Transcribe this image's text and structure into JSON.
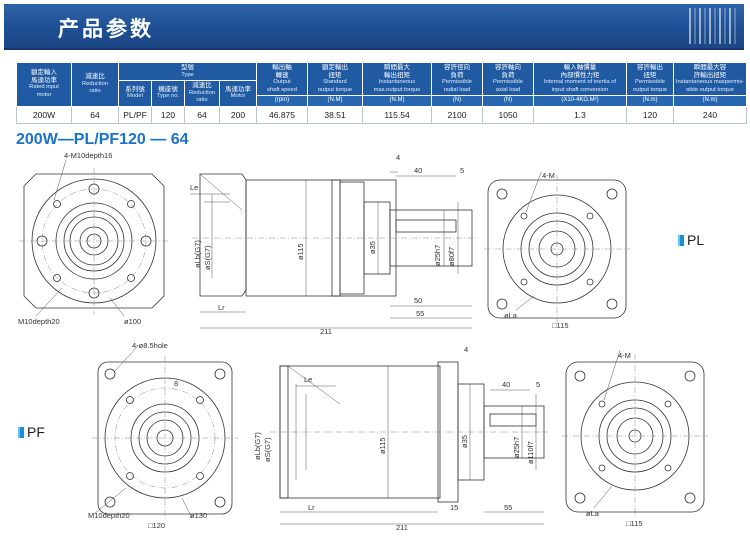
{
  "banner": {
    "title": "产品参数"
  },
  "spec_table": {
    "header_top": [
      {
        "zh": "額定輸入\n馬達功率",
        "en": "Rated input\nmotor"
      },
      {
        "zh": "減速比",
        "en": "Reduction\nratio"
      },
      {
        "zh": "型號",
        "en": "Type"
      },
      {
        "zh": "輸出軸\n轉速",
        "en": "Output\nshaft speed"
      },
      {
        "zh": "額定輸出\n扭矩",
        "en": "Standard\noutput torque"
      },
      {
        "zh": "瞬間最大\n輸出扭矩",
        "en": "Instantaneous\nmax.output torque"
      },
      {
        "zh": "容許徑向\n負荷",
        "en": "Permissible\nradial load"
      },
      {
        "zh": "容許軸向\n負荷",
        "en": "Permissible\naxial load"
      },
      {
        "zh": "輸入軸慣量\n內部慣性力矩",
        "en": "Internal moment of inertia of\ninput shaft conversion"
      },
      {
        "zh": "容許輸出\n扭矩",
        "en": "Permissible\noutput torque"
      },
      {
        "zh": "瞬間最大容\n許輸出扭矩",
        "en": "Instantaneous maxpermis-\nsible output torque"
      }
    ],
    "type_sub": [
      {
        "zh": "系列號",
        "en": "Model"
      },
      {
        "zh": "機座號",
        "en": "Type no."
      },
      {
        "zh": "減速比",
        "en": "Reduction\nratio"
      },
      {
        "zh": "馬達功率",
        "en": "Motor"
      }
    ],
    "units": [
      "(rpm)",
      "(N.M)",
      "(N.M)",
      "(N)",
      "(N)",
      "(X10-4KG.M²)",
      "(N.m)",
      "(N.m)"
    ],
    "row": [
      "200W",
      "64",
      "PL/PF",
      "120",
      "64",
      "200",
      "46.875",
      "38.51",
      "115.54",
      "2100",
      "1050",
      "1.3",
      "120",
      "240"
    ]
  },
  "model_title": "200W—PL/PF120 — 64",
  "pl": {
    "tag": "PL",
    "front_labels": {
      "holes": "4-M10depth16",
      "depth": "M10depth20",
      "bore": "ø100"
    },
    "side_labels": {
      "le": "Le",
      "lb": "øLb(G7)",
      "s": "øS(G7)",
      "body": "ø115",
      "pilot": "ø35",
      "shaft": "ø25h7",
      "flange": "ø80f7",
      "d4": "4",
      "d40": "40",
      "d5": "5",
      "lr": "Lr",
      "d50": "50",
      "d55": "55",
      "d211": "211"
    },
    "end_labels": {
      "holes": "4-M",
      "la": "øLa",
      "sq": "□115"
    }
  },
  "pf": {
    "tag": "PF",
    "front_labels": {
      "holes": "4-ø8.5hole",
      "key": "8",
      "depth": "M10depth20",
      "sq": "□120",
      "bore": "ø130"
    },
    "side_labels": {
      "lb": "øLb(G7)",
      "s": "øS(G7)",
      "le": "Le",
      "body": "ø115",
      "pilot": "ø35",
      "shaft": "ø25h7",
      "flange": "ø110f7",
      "d4": "4",
      "d40": "40",
      "d5": "5",
      "lr": "Lr",
      "d15": "15",
      "d55": "55",
      "d211": "211"
    },
    "end_labels": {
      "holes": "4-M",
      "la": "øLa",
      "sq": "□115"
    }
  }
}
